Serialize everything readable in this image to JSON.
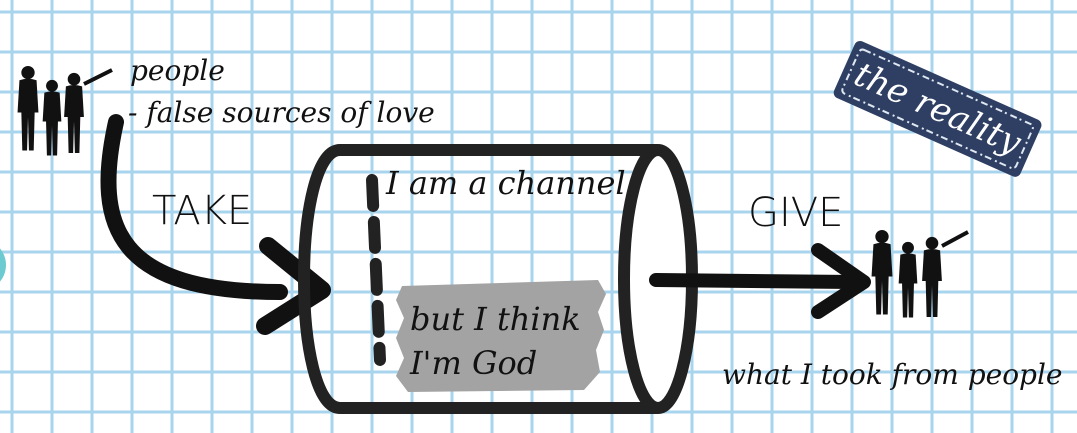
{
  "labels": {
    "people_title": "people",
    "people_sub": "- false sources of love",
    "take": "TAKE",
    "give": "GIVE",
    "channel": "I am a channel",
    "think_line1": "but I think",
    "think_line2": "I'm God",
    "took": "what I took from people",
    "stamp": "the reality"
  },
  "colors": {
    "grid": "#a9d4ee",
    "ink": "#111111",
    "stamp_bg": "#2e3f63",
    "highlight": "#a3a3a3",
    "teal": "#6ccbd0"
  },
  "icons": [
    "people-silhouette-icon",
    "arrow-icon"
  ]
}
